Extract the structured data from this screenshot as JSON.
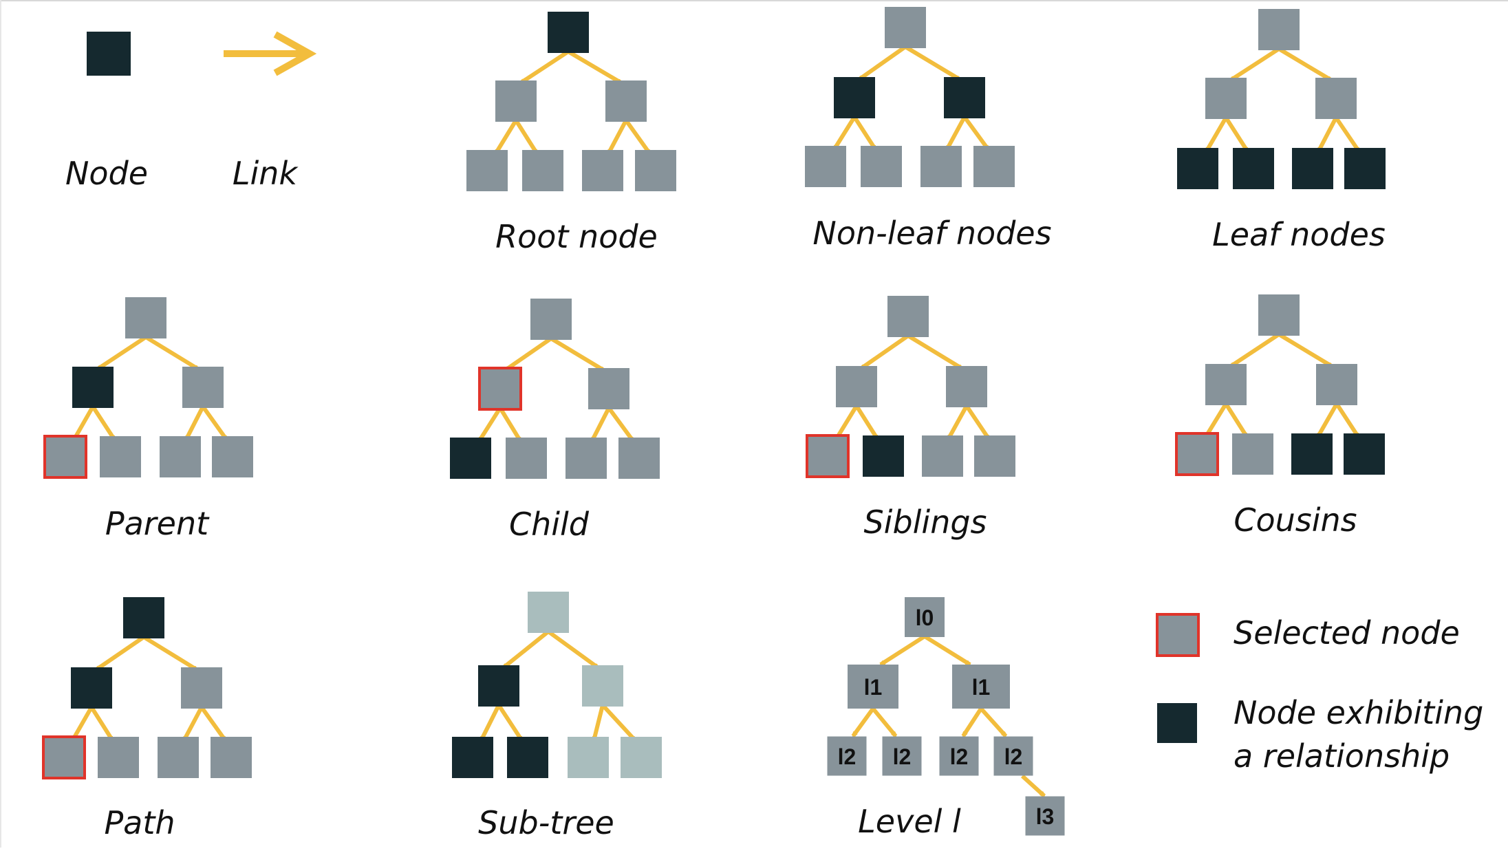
{
  "legend": {
    "node_label": "Node",
    "link_label": "Link",
    "selected_label": "Selected node",
    "exhibiting_label_line1": "Node exhibiting",
    "exhibiting_label_line2": "a relationship"
  },
  "panels": {
    "root_node": "Root node",
    "non_leaf_nodes": "Non-leaf nodes",
    "leaf_nodes": "Leaf nodes",
    "parent": "Parent",
    "child": "Child",
    "siblings": "Siblings",
    "cousins": "Cousins",
    "path": "Path",
    "sub_tree": "Sub-tree",
    "level": "Level l"
  },
  "level_tags": {
    "l0": "l0",
    "l1": "l1",
    "l2": "l2",
    "l3": "l3"
  },
  "colors": {
    "dark_node": "#15292f",
    "gray_node": "#87939a",
    "light_node": "#a9bdbd",
    "link": "#f2bd3d",
    "selected_border": "#e0342a"
  }
}
